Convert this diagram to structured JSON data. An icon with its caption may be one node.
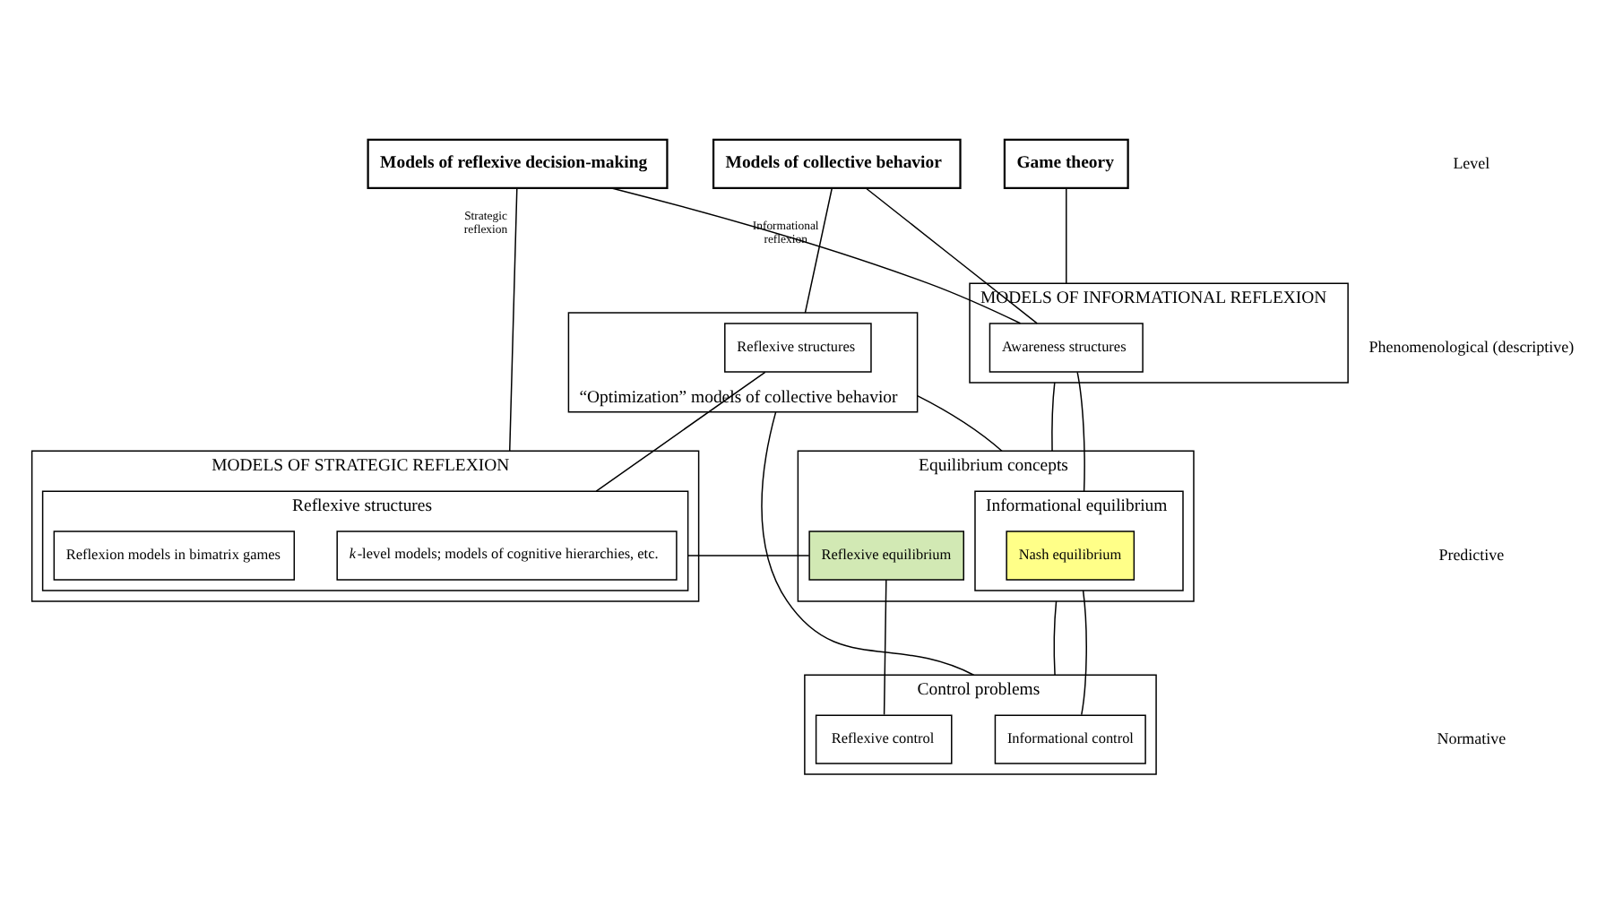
{
  "diagram": {
    "nodes": [
      {
        "text": [
          "Models of collective behavior"
        ]
      },
      {
        "text": [
          "Game theory"
        ]
      },
      {
        "text": [
          "Models of reflexive decision-making"
        ]
      },
      {
        "text": [
          "MODELS OF INFORMATIONAL REFLEXION"
        ]
      },
      {
        "text": [
          "Awareness structures"
        ],
        "in": 3
      },
      {
        "text": [
          "“Optimization” models of collective behavior"
        ]
      },
      {
        "text": [
          "Reflexive structures"
        ],
        "in": 5
      },
      {
        "text": [
          "MODELS OF STRATEGIC REFLEXION"
        ]
      },
      {
        "text": [
          "Reflexive structures"
        ],
        "in": 7
      },
      {
        "text": [
          "*k*-level models; models of cognitive hierarchies, etc."
        ],
        "in": 8
      },
      {
        "text": [
          "Reflexion models in bimatrix games"
        ],
        "in": 8
      },
      {
        "text": [
          "Equilibrium concepts"
        ]
      },
      {
        "text": [
          "Informational equilibrium"
        ],
        "in": 11
      },
      {
        "text": [
          "Nash equilibrium"
        ],
        "in": 12
      },
      {
        "text": [
          "Reflexive equilibrium"
        ],
        "in": 11
      },
      {
        "text": [
          "Control problems"
        ]
      },
      {
        "text": [
          "Informational control"
        ],
        "in": 15
      },
      {
        "text": [
          "Reflexive control"
        ],
        "in": 15
      }
    ],
    "edges": [
      {
        "from": 0,
        "to": 5,
        "arrow": "none"
      },
      {
        "from": 0,
        "to": 4,
        "arrow": "none"
      },
      {
        "from": 1,
        "to": 3,
        "arrow": "none"
      },
      {
        "from": 2,
        "to": 4,
        "arrow": "none",
        "label": "Informational reflexion"
      },
      {
        "from": 2,
        "to": 7,
        "arrow": "none",
        "label": "Strategic reflexion"
      },
      {
        "from": 3,
        "to": 11,
        "arrow": "none"
      },
      {
        "from": 4,
        "to": 12,
        "arrow": "none"
      },
      {
        "from": 6,
        "to": 8,
        "arrow": "none"
      },
      {
        "from": 5,
        "to": 11,
        "arrow": "none"
      },
      {
        "from": 14,
        "to": 8,
        "arrow": "none"
      },
      {
        "from": 5,
        "to": 15,
        "arrow": "none"
      },
      {
        "from": 11,
        "to": 15,
        "arrow": "none"
      },
      {
        "from": 12,
        "to": 16,
        "arrow": "none"
      },
      {
        "from": 14,
        "to": 17,
        "arrow": "none"
      }
    ],
    "labels": [
      "Level",
      "Phenomenological (descriptive)",
      "Predictive",
      "Normative"
    ]
  }
}
